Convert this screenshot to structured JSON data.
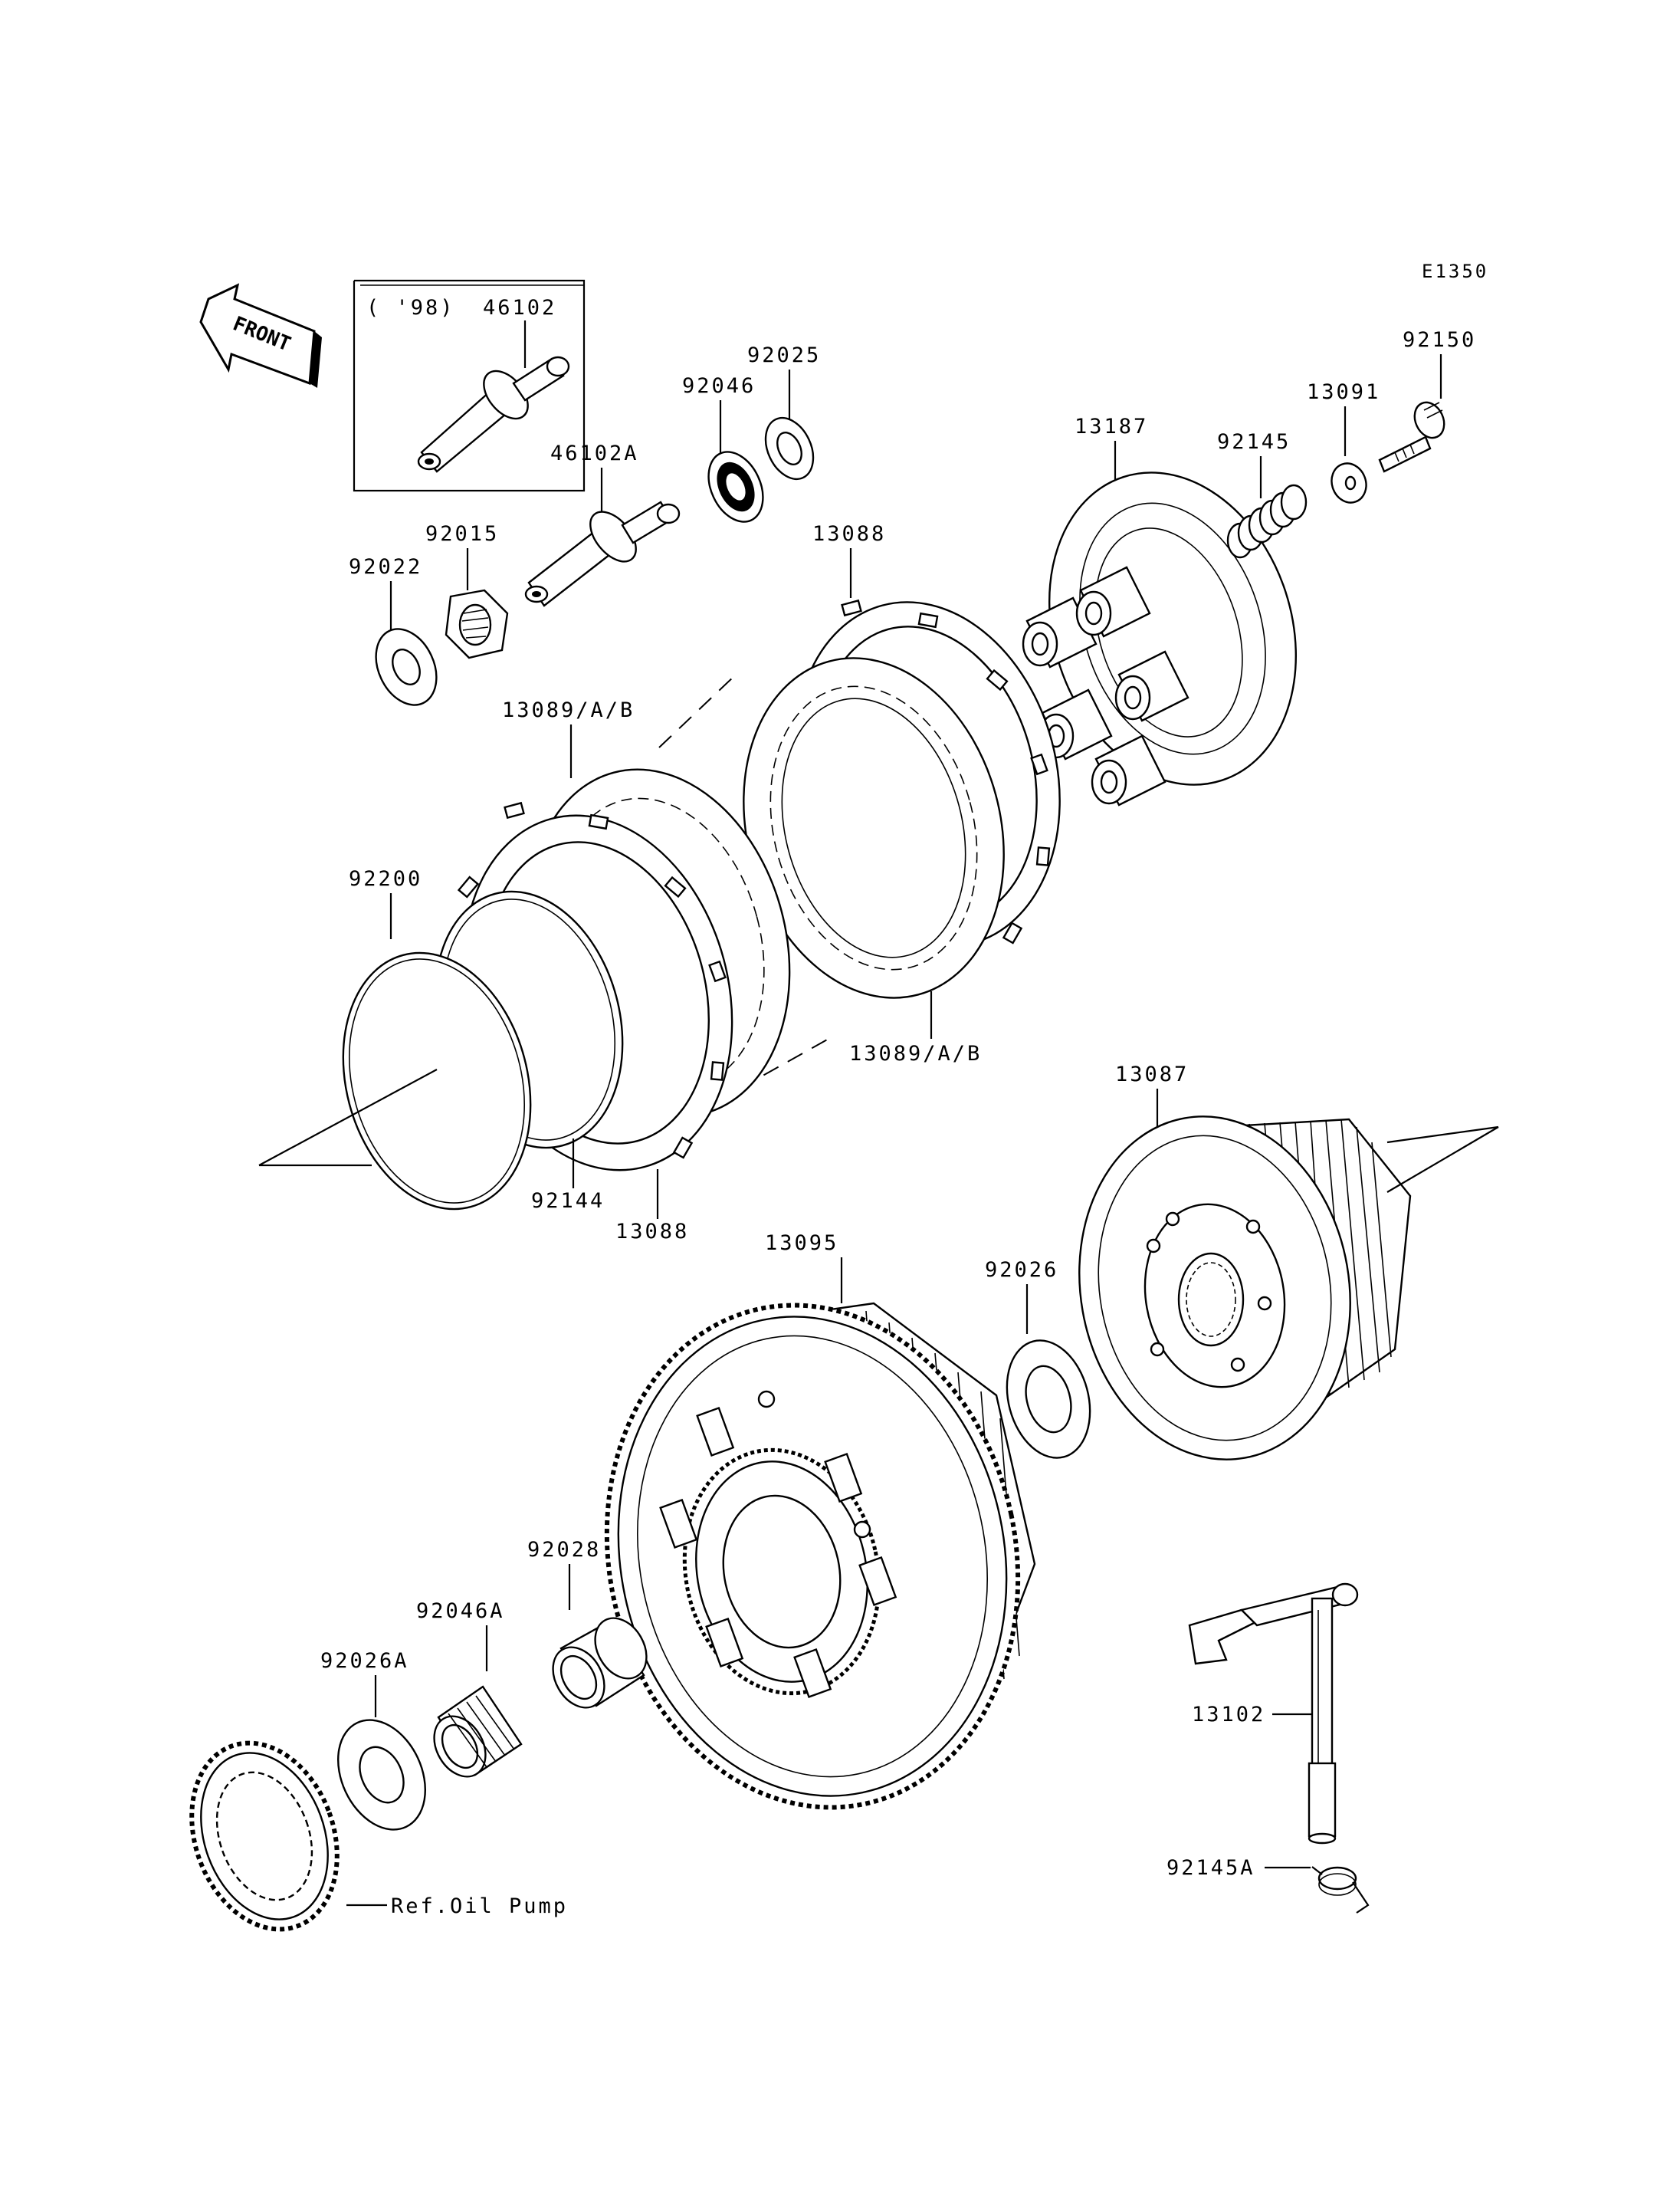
{
  "diagram_code": "E1350",
  "front_arrow_label": "FRONT",
  "inset": {
    "year_label": "( '98)",
    "part": "46102"
  },
  "parts": {
    "p46102A": "46102A",
    "p92046": "92046",
    "p92025": "92025",
    "p92015": "92015",
    "p92022": "92022",
    "p13187": "13187",
    "p92145": "92145",
    "p13091": "13091",
    "p92150": "92150",
    "p13088_top": "13088",
    "p13089_top": "13089/A/B",
    "p92200": "92200",
    "p13089_bottom": "13089/A/B",
    "p92144": "92144",
    "p13088_bottom": "13088",
    "p13087": "13087",
    "p13095": "13095",
    "p92026": "92026",
    "p92028": "92028",
    "p92046A": "92046A",
    "p92026A": "92026A",
    "p13102": "13102",
    "p92145A": "92145A",
    "ref_oil_pump": "Ref.Oil Pump"
  }
}
